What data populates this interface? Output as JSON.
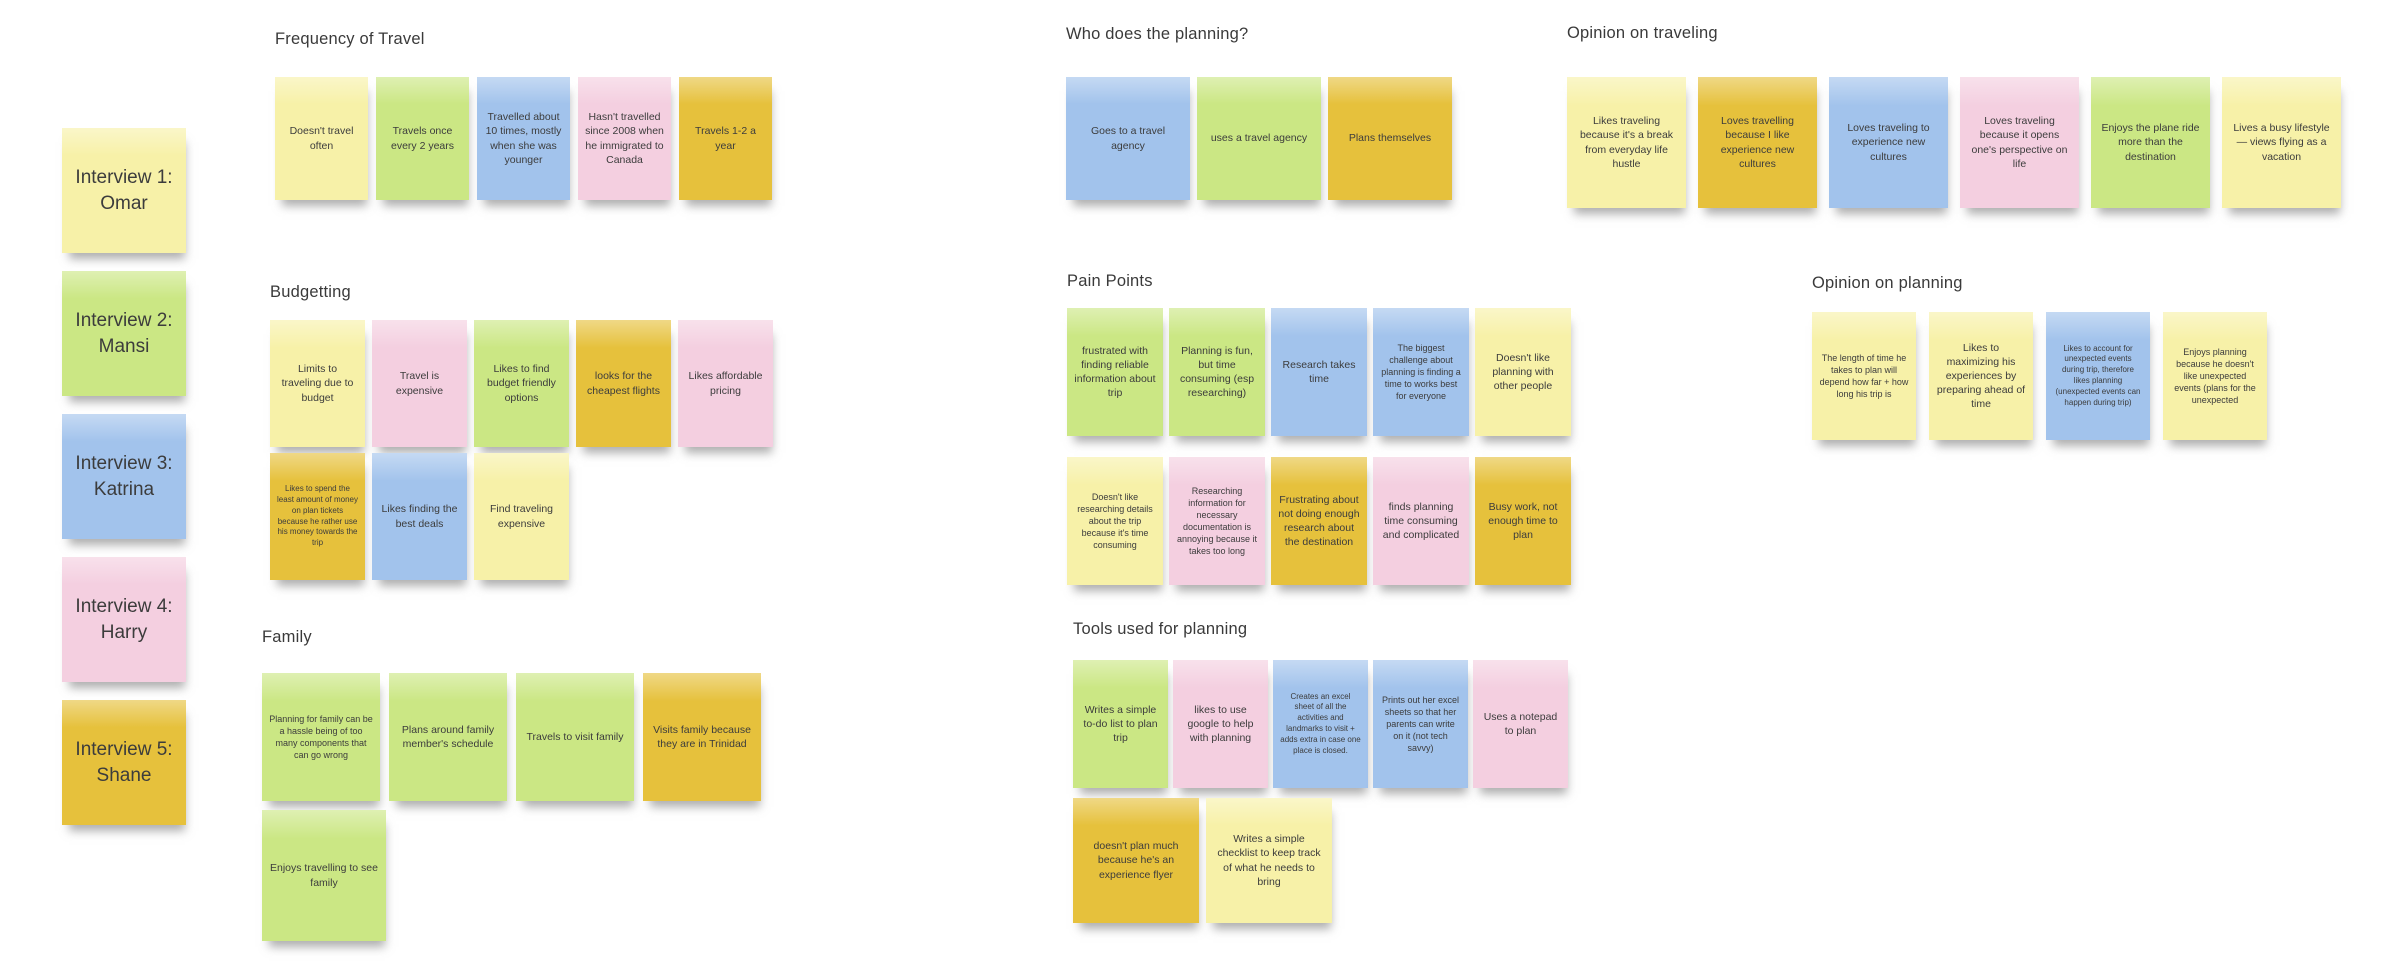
{
  "canvas": {
    "background": "#ffffff",
    "text_color": "#3c3c3c"
  },
  "palette": {
    "yellow": "#F7F1A8",
    "green": "#CBE784",
    "blue": "#A2C3EC",
    "pink": "#F4CFE0",
    "gold": "#E6C13C"
  },
  "interviews": [
    {
      "label": "Interview 1: Omar",
      "color": "yellow"
    },
    {
      "label": "Interview 2: Mansi",
      "color": "green"
    },
    {
      "label": "Interview 3: Katrina",
      "color": "blue"
    },
    {
      "label": "Interview 4: Harry",
      "color": "pink"
    },
    {
      "label": "Interview 5: Shane",
      "color": "gold"
    }
  ],
  "sections": [
    {
      "id": "frequency-of-travel",
      "title": "Frequency of Travel",
      "rows": [
        [
          {
            "text": "Doesn't travel often",
            "color": "yellow"
          },
          {
            "text": "Travels once every 2 years",
            "color": "green"
          },
          {
            "text": "Travelled about 10 times, mostly when she was younger",
            "color": "blue"
          },
          {
            "text": "Hasn't travelled since 2008 when he immigrated to Canada",
            "color": "pink"
          },
          {
            "text": "Travels 1-2 a year",
            "color": "gold"
          }
        ]
      ]
    },
    {
      "id": "budgetting",
      "title": "Budgetting",
      "rows": [
        [
          {
            "text": "Limits to traveling due to budget",
            "color": "yellow"
          },
          {
            "text": "Travel is expensive",
            "color": "pink"
          },
          {
            "text": "Likes to find budget friendly options",
            "color": "green"
          },
          {
            "text": "looks for the cheapest flights",
            "color": "gold"
          },
          {
            "text": "Likes affordable pricing",
            "color": "pink"
          }
        ],
        [
          {
            "text": "Likes to spend the least amount of money on plan tickets because he rather use his money towards the trip",
            "color": "gold"
          },
          {
            "text": "Likes finding the best deals",
            "color": "blue"
          },
          {
            "text": "Find traveling expensive",
            "color": "yellow"
          }
        ]
      ]
    },
    {
      "id": "family",
      "title": "Family",
      "rows": [
        [
          {
            "text": "Planning for family can be a hassle being of too many components that can go wrong",
            "color": "green"
          },
          {
            "text": "Plans around family member's schedule",
            "color": "green"
          },
          {
            "text": "Travels to visit family",
            "color": "green"
          },
          {
            "text": "Visits family because they are in Trinidad",
            "color": "gold"
          }
        ],
        [
          {
            "text": "Enjoys travelling to see family",
            "color": "green"
          }
        ]
      ]
    },
    {
      "id": "who-does-the-planning",
      "title": "Who does the planning?",
      "rows": [
        [
          {
            "text": "Goes to a travel agency",
            "color": "blue"
          },
          {
            "text": "uses a travel agency",
            "color": "green"
          },
          {
            "text": "Plans themselves",
            "color": "gold"
          }
        ]
      ]
    },
    {
      "id": "pain-points",
      "title": "Pain Points",
      "rows": [
        [
          {
            "text": "frustrated with finding reliable information about trip",
            "color": "green"
          },
          {
            "text": "Planning is fun, but time consuming (esp researching)",
            "color": "green"
          },
          {
            "text": "Research takes time",
            "color": "blue"
          },
          {
            "text": "The biggest challenge about planning is finding a time to works best for everyone",
            "color": "blue"
          },
          {
            "text": "Doesn't like planning with other people",
            "color": "yellow"
          }
        ],
        [
          {
            "text": "Doesn't like researching details about the trip because it's time consuming",
            "color": "yellow"
          },
          {
            "text": "Researching information for necessary documentation is annoying because it takes too long",
            "color": "pink"
          },
          {
            "text": "Frustrating about not doing enough research about the destination",
            "color": "gold"
          },
          {
            "text": "finds planning time consuming and complicated",
            "color": "pink"
          },
          {
            "text": "Busy work, not enough time to plan",
            "color": "gold"
          }
        ]
      ]
    },
    {
      "id": "tools-used-for-planning",
      "title": "Tools used for planning",
      "rows": [
        [
          {
            "text": "Writes a simple to-do list to plan trip",
            "color": "green"
          },
          {
            "text": "likes to use google to help with planning",
            "color": "pink"
          },
          {
            "text": "Creates an excel sheet of all the activities and landmarks to visit + adds extra in case one place is closed.",
            "color": "blue"
          },
          {
            "text": "Prints out her excel sheets so that her parents can write on it (not tech savvy)",
            "color": "blue"
          },
          {
            "text": "Uses a notepad to plan",
            "color": "pink"
          }
        ],
        [
          {
            "text": "doesn't plan much because he's an experience flyer",
            "color": "gold"
          },
          {
            "text": "Writes a simple checklist to keep track of what he needs to bring",
            "color": "yellow"
          }
        ]
      ]
    },
    {
      "id": "opinion-on-traveling",
      "title": "Opinion on traveling",
      "rows": [
        [
          {
            "text": "Likes traveling because it's a break from everyday life hustle",
            "color": "yellow"
          },
          {
            "text": "Loves travelling because I like experience new cultures",
            "color": "gold"
          },
          {
            "text": "Loves traveling to experience new cultures",
            "color": "blue"
          },
          {
            "text": "Loves traveling because it opens one's perspective on life",
            "color": "pink"
          },
          {
            "text": "Enjoys the plane ride more than the destination",
            "color": "green"
          },
          {
            "text": "Lives a busy lifestyle— views flying as a vacation",
            "color": "yellow"
          }
        ]
      ]
    },
    {
      "id": "opinion-on-planning",
      "title": "Opinion on planning",
      "rows": [
        [
          {
            "text": "The length of time he takes to plan will depend how far + how long his trip is",
            "color": "yellow"
          },
          {
            "text": "Likes to maximizing his experiences by preparing ahead of time",
            "color": "yellow"
          },
          {
            "text": "Likes to account for unexpected events during trip, therefore likes planning (unexpected events can happen during trip)",
            "color": "blue"
          },
          {
            "text": "Enjoys planning because he doesn't like unexpected events (plans for the unexpected",
            "color": "yellow"
          }
        ]
      ]
    }
  ]
}
